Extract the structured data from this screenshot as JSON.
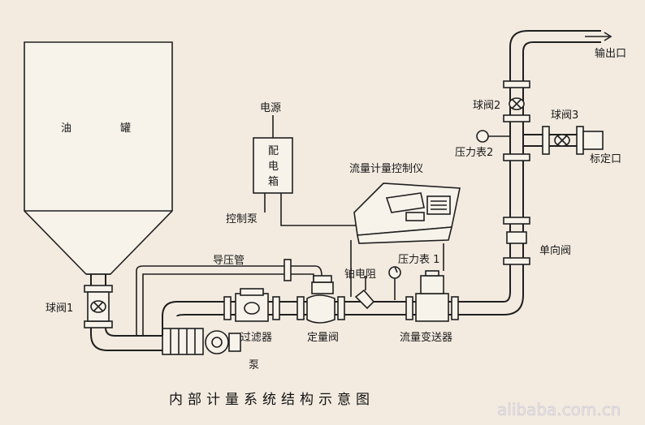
{
  "labels": {
    "oil_tank": [
      "油",
      "罐"
    ],
    "ball_valve_1": "球阀1",
    "ball_valve_2": "球阀2",
    "ball_valve_3": "球阀3",
    "power_source": "电源",
    "distribution_box": [
      "配",
      "电",
      "箱"
    ],
    "pump_control": "控制泵",
    "flow_controller": "流量计量控制仪",
    "pressure_gauge_1": "压力表 1",
    "pressure_gauge_2": "压力表2",
    "impulse_tube": "导压管",
    "platinum_resistor": "铂电阻",
    "filter": "过滤器",
    "metering_valve": "定量阀",
    "flow_transmitter": "流量变送器",
    "check_valve": "单向阀",
    "outlet": "输出口",
    "calibration_port": "标定口",
    "pump": "泵"
  },
  "caption": "内部计量系统结构示意图",
  "watermark": "alibaba.com.cn"
}
